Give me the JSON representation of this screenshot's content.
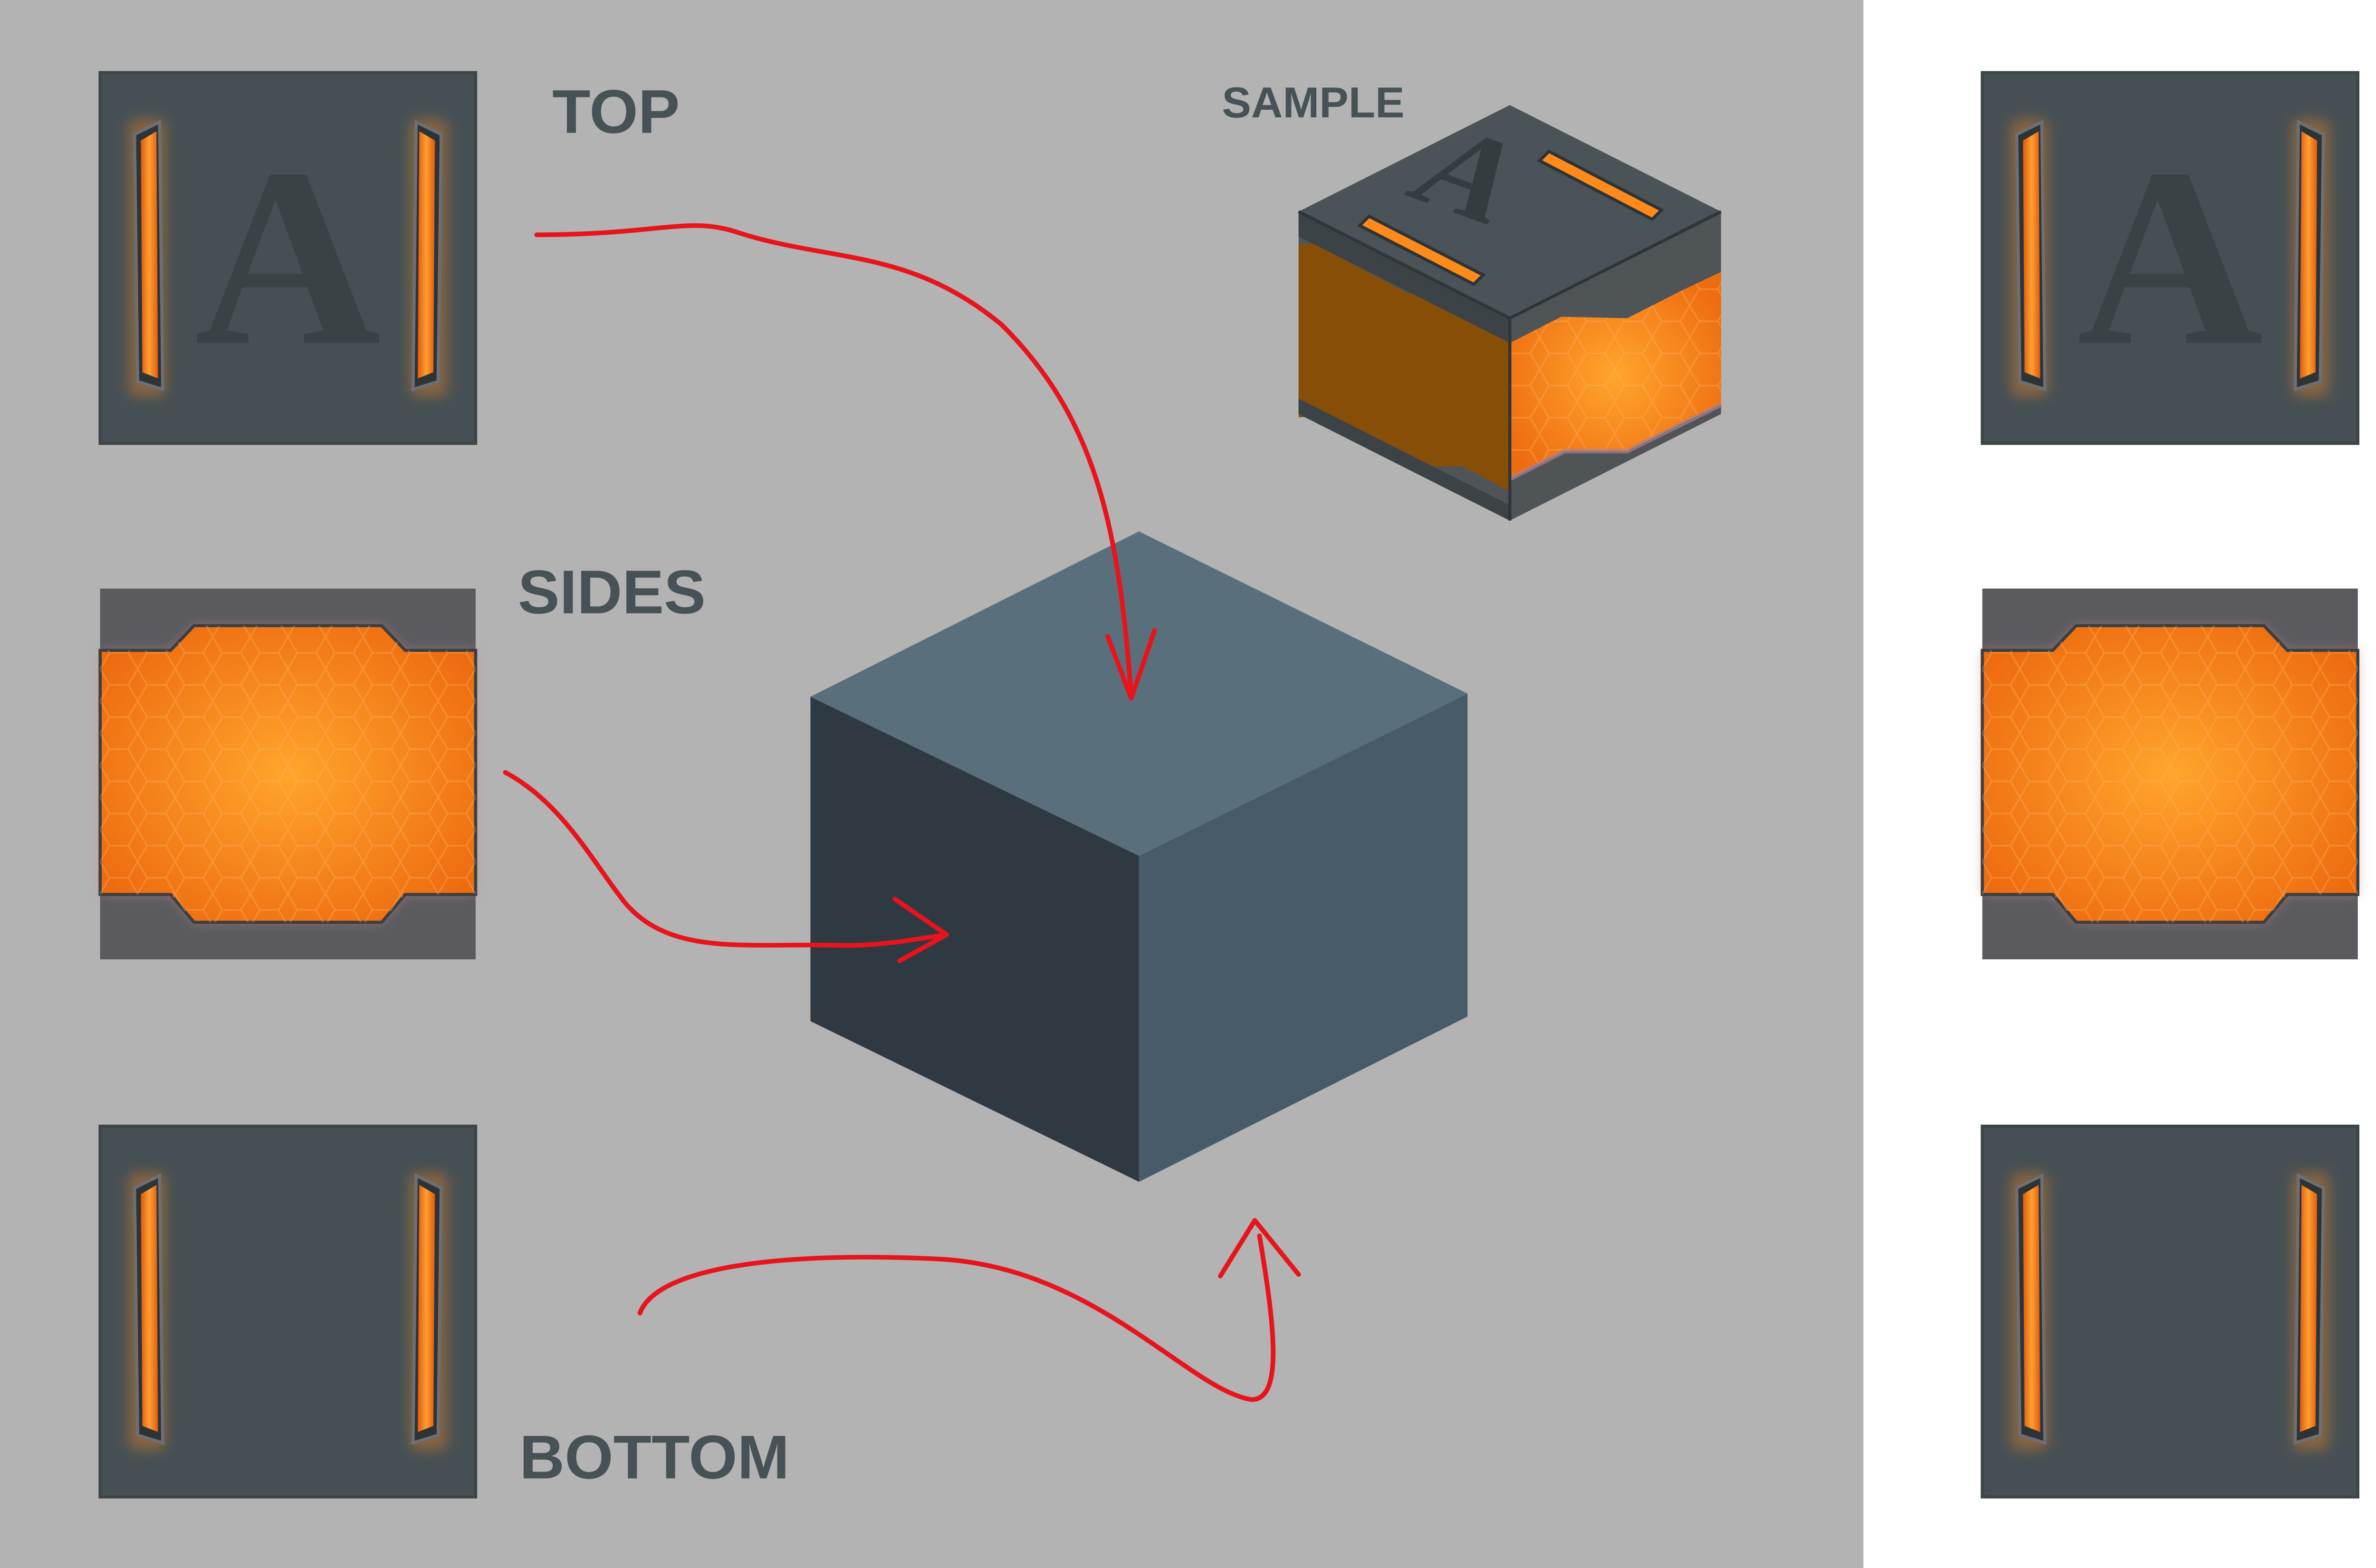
{
  "labels": {
    "top": "TOP",
    "sides": "SIDES",
    "bottom": "BOTTOM",
    "sample": "SAMPLE"
  },
  "top_face_letter": "A",
  "sample_top_letter": "A",
  "colors": {
    "panel_background": "#b3b3b3",
    "page_background": "#ffffff",
    "tile_dark": "#465054",
    "label_text": "#465256",
    "glow_orange": "#ff8a1c",
    "side_orange": "#f5851f",
    "cube_top": "#5a6f7c",
    "cube_left": "#2e3942",
    "cube_right": "#485b68",
    "arrow_red": "#e8141c"
  },
  "icons": {
    "arrows": "red-hand-drawn-arrow"
  }
}
